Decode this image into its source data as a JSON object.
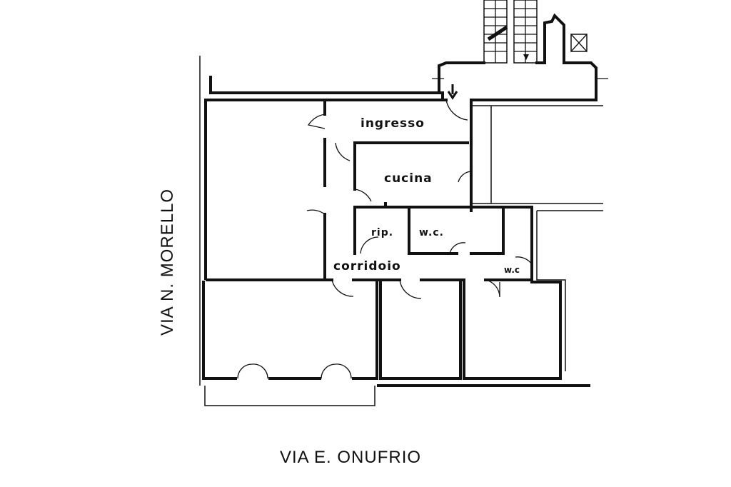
{
  "plan": {
    "rooms": {
      "ingresso": "ingresso",
      "cucina": "cucina",
      "rip": "rip.",
      "wc1": "w.c.",
      "corridoio": "corridoio",
      "wc2": "w.c"
    },
    "streets": {
      "left": "VIA N. MORELLO",
      "bottom": "VIA E. ONUFRIO"
    }
  }
}
